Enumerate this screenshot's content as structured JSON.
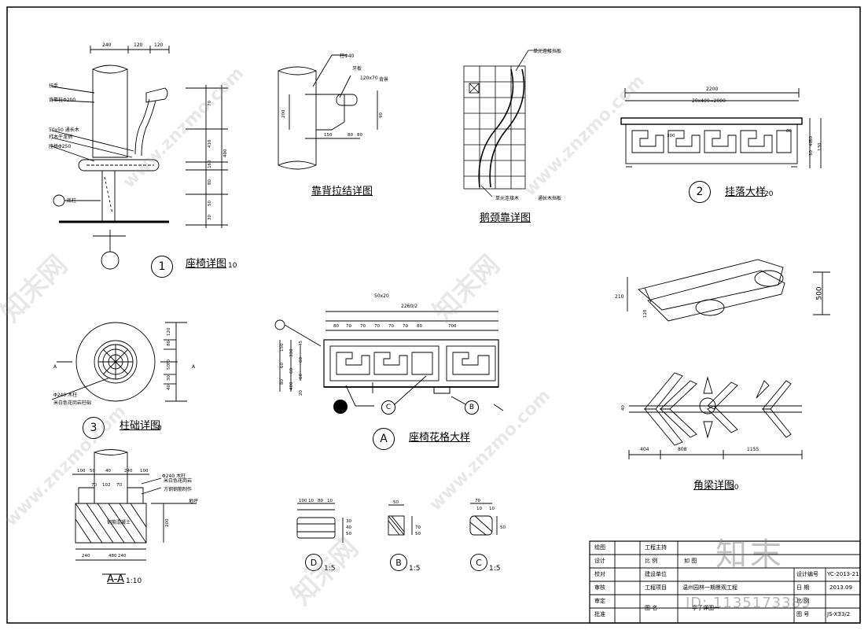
{
  "drawings": {
    "seat_detail": {
      "num": "1",
      "title": "座椅详图",
      "scale": "10",
      "notes": [
        "扶手",
        "背靠柱Φ200",
        "50x50 通长木",
        "打木干龙销",
        "座椅Φ250",
        "底柱"
      ],
      "dims_top": [
        "240",
        "120",
        "120"
      ],
      "dims_right": [
        "70",
        "410",
        "160",
        "80",
        "50",
        "30",
        "400"
      ]
    },
    "back_connection": {
      "title": "靠背拉结详图",
      "notes": [
        "柱Φ40",
        "牙板",
        "120x70",
        "背景"
      ],
      "dims": [
        "150",
        "80",
        "80",
        "90",
        "200"
      ]
    },
    "gooseneck_back": {
      "title": "鹅颈靠详图",
      "notes": [
        "单元连接挡板",
        "单元连接木",
        "通长木挡板"
      ]
    },
    "hanging_fascia": {
      "num": "2",
      "title": "挂落大样",
      "scale": "20",
      "dims": [
        "2200",
        "90",
        "20x400=2000",
        "80",
        "300",
        "50",
        "40",
        "130",
        "50"
      ]
    },
    "column_base": {
      "num": "3",
      "title": "柱础详图",
      "scale": "0",
      "notes": [
        "Φ240 木柱",
        "米白色花岗岩柱础"
      ],
      "section_mark": "A",
      "dims": [
        "120",
        "80",
        "70",
        "30",
        "40",
        "50"
      ]
    },
    "section_aa": {
      "title": "A-A",
      "scale": "1:10",
      "notes": [
        "Φ240 木柱",
        "米白色花岗岩",
        "方钢钢筋制作",
        "地坪",
        "钢筋混凝土"
      ],
      "dims": [
        "100",
        "50",
        "40",
        "240",
        "100",
        "70",
        "102",
        "70",
        "240",
        "240",
        "480",
        "200"
      ]
    },
    "seat_lattice": {
      "num": "A",
      "title": "座椅花格大样",
      "label_top": "50x20",
      "top_dim": "2260/2",
      "dims": [
        "80",
        "70",
        "70",
        "70",
        "70",
        "70",
        "80",
        "700",
        "45",
        "150",
        "330",
        "60",
        "60",
        "60",
        "60",
        "80",
        "400",
        "20"
      ],
      "callouts": [
        "C",
        "B"
      ]
    },
    "corner_beam": {
      "title": "角梁详图",
      "scale": "30",
      "dims": [
        "210",
        "120",
        "500",
        "404",
        "808",
        "1155",
        "40"
      ]
    },
    "section_d": {
      "num": "D",
      "scale": "1:5",
      "dims": [
        "100",
        "10",
        "80",
        "10",
        "30",
        "40",
        "50"
      ]
    },
    "section_b": {
      "num": "B",
      "scale": "1:5",
      "dims": [
        "50",
        "70",
        "50"
      ]
    },
    "section_c": {
      "num": "C",
      "scale": "1:5",
      "dims": [
        "70",
        "10",
        "50",
        "10"
      ]
    }
  },
  "title_block": {
    "rows": [
      [
        "绘图",
        "工程主持",
        ""
      ],
      [
        "设计",
        "比    例",
        "如 图"
      ],
      [
        "校对",
        "建设单位",
        ""
      ],
      [
        "审核",
        "工程项目",
        ""
      ],
      [
        "审定",
        "",
        ""
      ],
      [
        "批准",
        "图    名",
        ""
      ]
    ],
    "project": "温州园林一期景观工程",
    "drawing_name": "亭子详图一",
    "design_no_label": "设计编号",
    "design_no": "YC-2013-21",
    "date_label": "日    期",
    "date": "2013.09",
    "sheet_label": "图    号",
    "sheet_no": "JS-X33/2",
    "ratio_label": "比    例"
  },
  "watermark": {
    "brand": "知末",
    "id": "ID: 1135173389",
    "site": "www.znzmo.com",
    "site_cn": "知末网"
  },
  "colors": {
    "line": "#000000",
    "paper": "#ffffff",
    "watermark": "#969696"
  }
}
